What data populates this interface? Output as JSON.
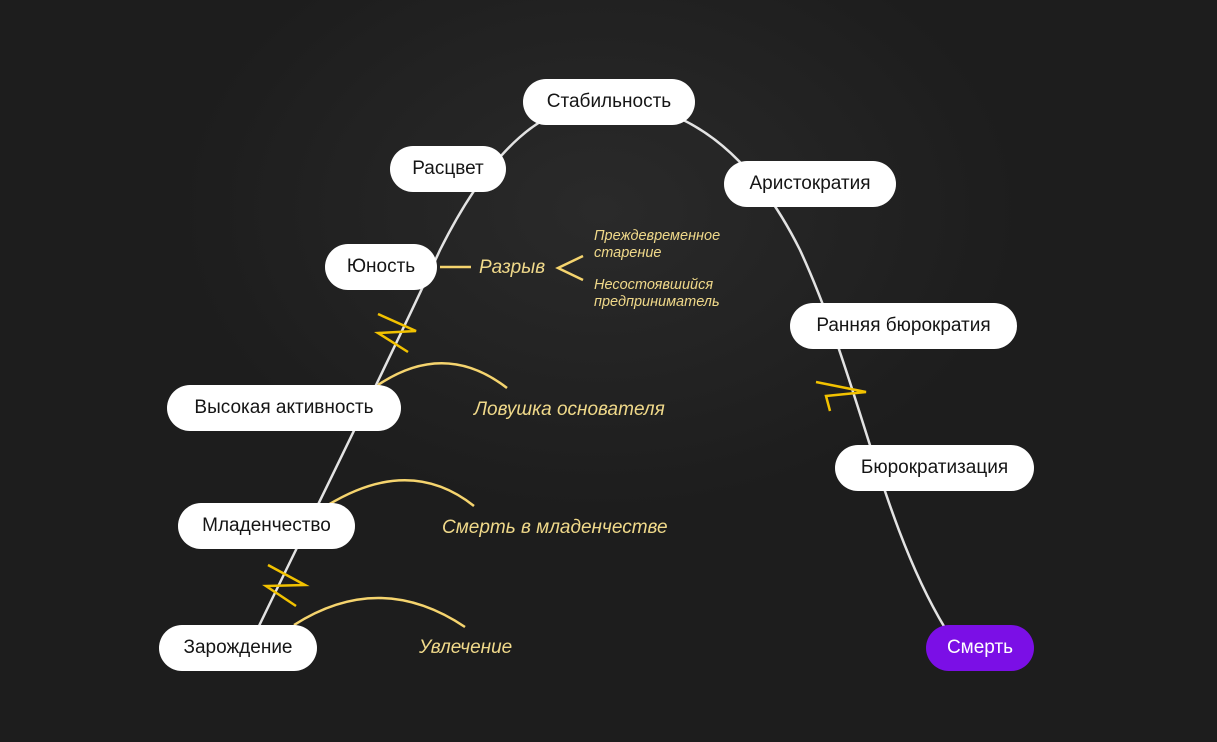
{
  "stages": {
    "birth": "Зарождение",
    "infancy": "Младенчество",
    "go_go": "Высокая активность",
    "adolescence": "Юность",
    "prime": "Расцвет",
    "stability": "Стабильность",
    "aristocracy": "Аристократия",
    "early_bureaucracy": "Ранняя бюрократия",
    "bureaucracy": "Бюрократизация",
    "death": "Смерть"
  },
  "traps": {
    "affair": "Увлечение",
    "infant_mortality": "Смерть в младенчестве",
    "founder_trap": "Ловушка основателя",
    "divorce": "Разрыв"
  },
  "divorce_outcomes": {
    "premature_aging": "Преждевременное\nстарение",
    "unfulfilled_entrepreneur": "Несостоявшийся\nпредприниматель"
  },
  "colors": {
    "background": "#1d1d1d",
    "pill": "#ffffff",
    "pill_text": "#151515",
    "death_pill": "#7b0fe6",
    "curve": "#e3e3e3",
    "trap_text": "#f0d98a",
    "trap_arc": "#f5d46e",
    "crisis_zigzag": "#f2c200"
  },
  "icons": {
    "crisis": "lightning-zigzag-icon",
    "fork": "chevron-left-icon"
  }
}
